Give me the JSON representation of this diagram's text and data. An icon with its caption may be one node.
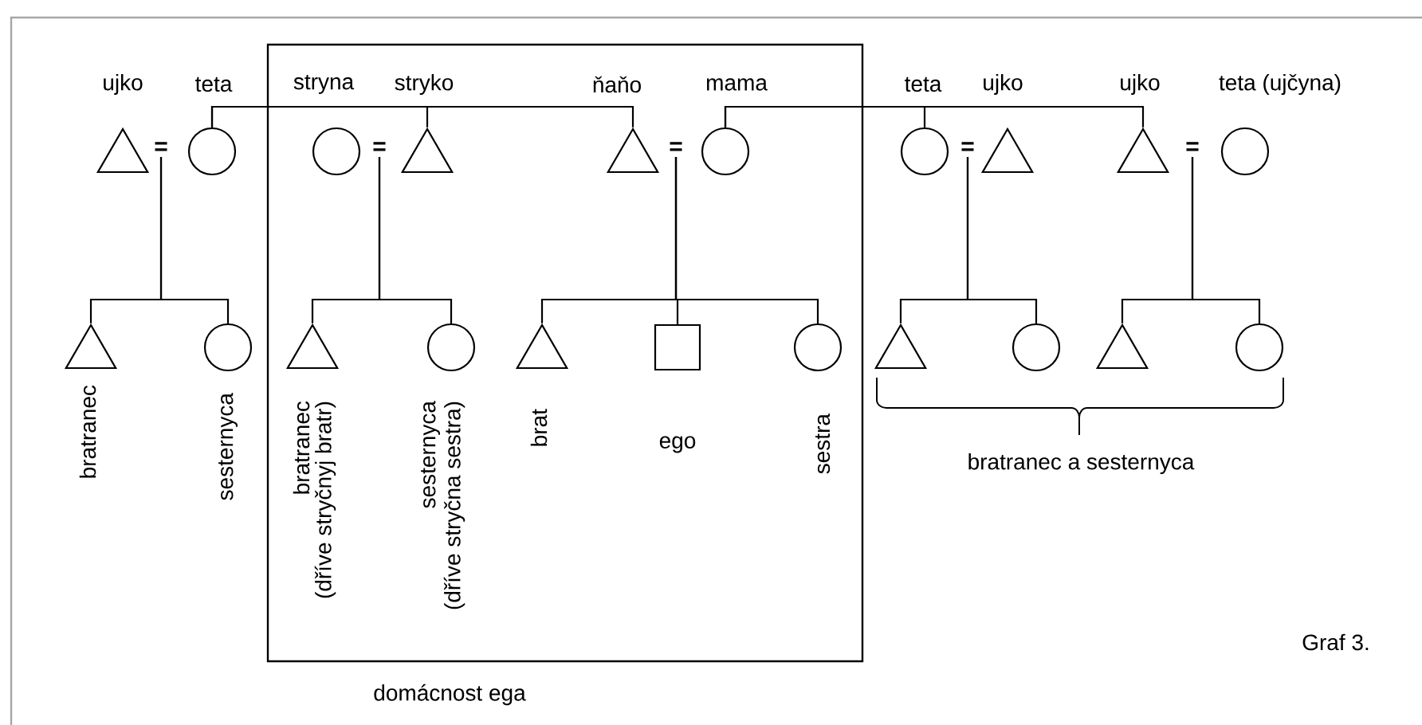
{
  "diagram": {
    "caption": "Graf 3.",
    "nodes": [
      {
        "text": [
          "ujko"
        ]
      },
      {
        "text": [
          "="
        ]
      },
      {
        "text": [
          "teta"
        ]
      },
      {
        "text": [
          "domácnost ega"
        ]
      },
      {
        "text": [
          "stryna"
        ],
        "in": 3
      },
      {
        "text": [
          "="
        ],
        "in": 3
      },
      {
        "text": [
          "stryko"
        ],
        "in": 3
      },
      {
        "text": [
          "ňaňo"
        ],
        "in": 3
      },
      {
        "text": [
          "="
        ],
        "in": 3
      },
      {
        "text": [
          "mama"
        ],
        "in": 3
      },
      {
        "text": [
          "teta"
        ]
      },
      {
        "text": [
          "="
        ]
      },
      {
        "text": [
          "ujko"
        ]
      },
      {
        "text": [
          "ujko"
        ]
      },
      {
        "text": [
          "="
        ]
      },
      {
        "text": [
          "teta (ujčyna)"
        ]
      },
      {
        "text": [
          "bratranec"
        ]
      },
      {
        "text": [
          "sesternyca"
        ]
      },
      {
        "text": [
          "bratranec",
          "(dříve stryčnyj bratr)"
        ],
        "in": 3
      },
      {
        "text": [
          "sesternyca",
          "(dříve stryčna sestra)"
        ],
        "in": 3
      },
      {
        "text": [
          "brat"
        ],
        "in": 3
      },
      {
        "text": [
          "ego"
        ],
        "in": 3
      },
      {
        "text": [
          "sestra"
        ],
        "in": 3
      },
      {
        "text": [],
        "shape": "triangle"
      },
      {
        "text": [],
        "shape": "circle"
      },
      {
        "text": [],
        "shape": "triangle"
      },
      {
        "text": [],
        "shape": "circle"
      }
    ],
    "edges": [
      {
        "from": 2,
        "to": 6,
        "arrow": "none"
      },
      {
        "from": 2,
        "to": 7,
        "arrow": "none"
      },
      {
        "from": 9,
        "to": 10,
        "arrow": "none"
      },
      {
        "from": 9,
        "to": 13,
        "arrow": "none"
      },
      {
        "from": 1,
        "to": 16,
        "arrow": "none"
      },
      {
        "from": 1,
        "to": 17,
        "arrow": "none"
      },
      {
        "from": 5,
        "to": 18,
        "arrow": "none"
      },
      {
        "from": 5,
        "to": 19,
        "arrow": "none"
      },
      {
        "from": 8,
        "to": 20,
        "arrow": "none"
      },
      {
        "from": 8,
        "to": 21,
        "arrow": "none"
      },
      {
        "from": 8,
        "to": 22,
        "arrow": "none"
      },
      {
        "from": 11,
        "to": 23,
        "arrow": "none"
      },
      {
        "from": 11,
        "to": 24,
        "arrow": "none"
      },
      {
        "from": 14,
        "to": 25,
        "arrow": "none"
      },
      {
        "from": 14,
        "to": 26,
        "arrow": "none"
      }
    ],
    "labels": [
      "bratranec a sesternyca"
    ]
  }
}
